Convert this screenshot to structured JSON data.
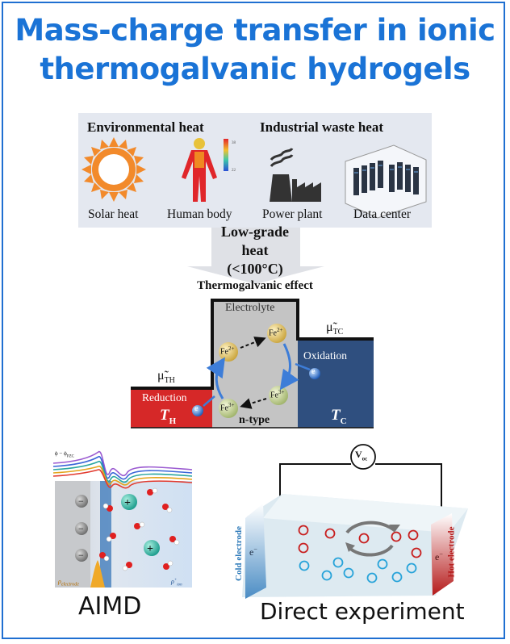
{
  "title": {
    "line1": "Mass-charge transfer in ionic",
    "line2": "thermogalvanic hydrogels"
  },
  "sources": {
    "environmental_heading": "Environmental heat",
    "industrial_heading": "Industrial waste heat",
    "items": [
      {
        "label": "Solar heat",
        "icon": "sun-icon"
      },
      {
        "label": "Human body",
        "icon": "human-body-thermal-icon"
      },
      {
        "label": "Power plant",
        "icon": "power-plant-icon"
      },
      {
        "label": "Data center",
        "icon": "data-center-icon"
      }
    ]
  },
  "arrow_label": {
    "line1": "Low-grade",
    "line2": "heat",
    "line3": "(<100°C)"
  },
  "thermogalvanic": {
    "title": "Thermogalvanic effect",
    "electrolyte": "Electrolyte",
    "mu_hot": "μ̃",
    "mu_hot_sub": "TH",
    "mu_cold": "μ̃",
    "mu_cold_sub": "TC",
    "reduction": "Reduction",
    "oxidation": "Oxidation",
    "t_hot": "T",
    "t_hot_sub": "H",
    "t_cold": "T",
    "t_cold_sub": "C",
    "ntype": "n-type",
    "ions": {
      "fe": "Fe",
      "charge2": "2+",
      "charge3": "3+"
    },
    "electron": "e",
    "colors": {
      "hot": "#d62828",
      "cold": "#2f4f7f",
      "electrolyte": "#c4c4c4",
      "arrow": "#3d7dd8"
    }
  },
  "aimd": {
    "label": "AIMD",
    "curve_label": "ϕ − ϕ",
    "curve_label_sub": "PZC",
    "electrode_label": "ρ",
    "electrode_label_sub": "electrode",
    "ion_label": "ρ",
    "ion_label_sub": "ion",
    "ion_label_sup": "+"
  },
  "experiment": {
    "label": "Direct experiment",
    "voltage": "V",
    "voltage_sub": "oc",
    "cold_electrode": "Cold electrode",
    "hot_electrode": "Hot electrode",
    "electron": "e",
    "electron_sup": "−"
  }
}
